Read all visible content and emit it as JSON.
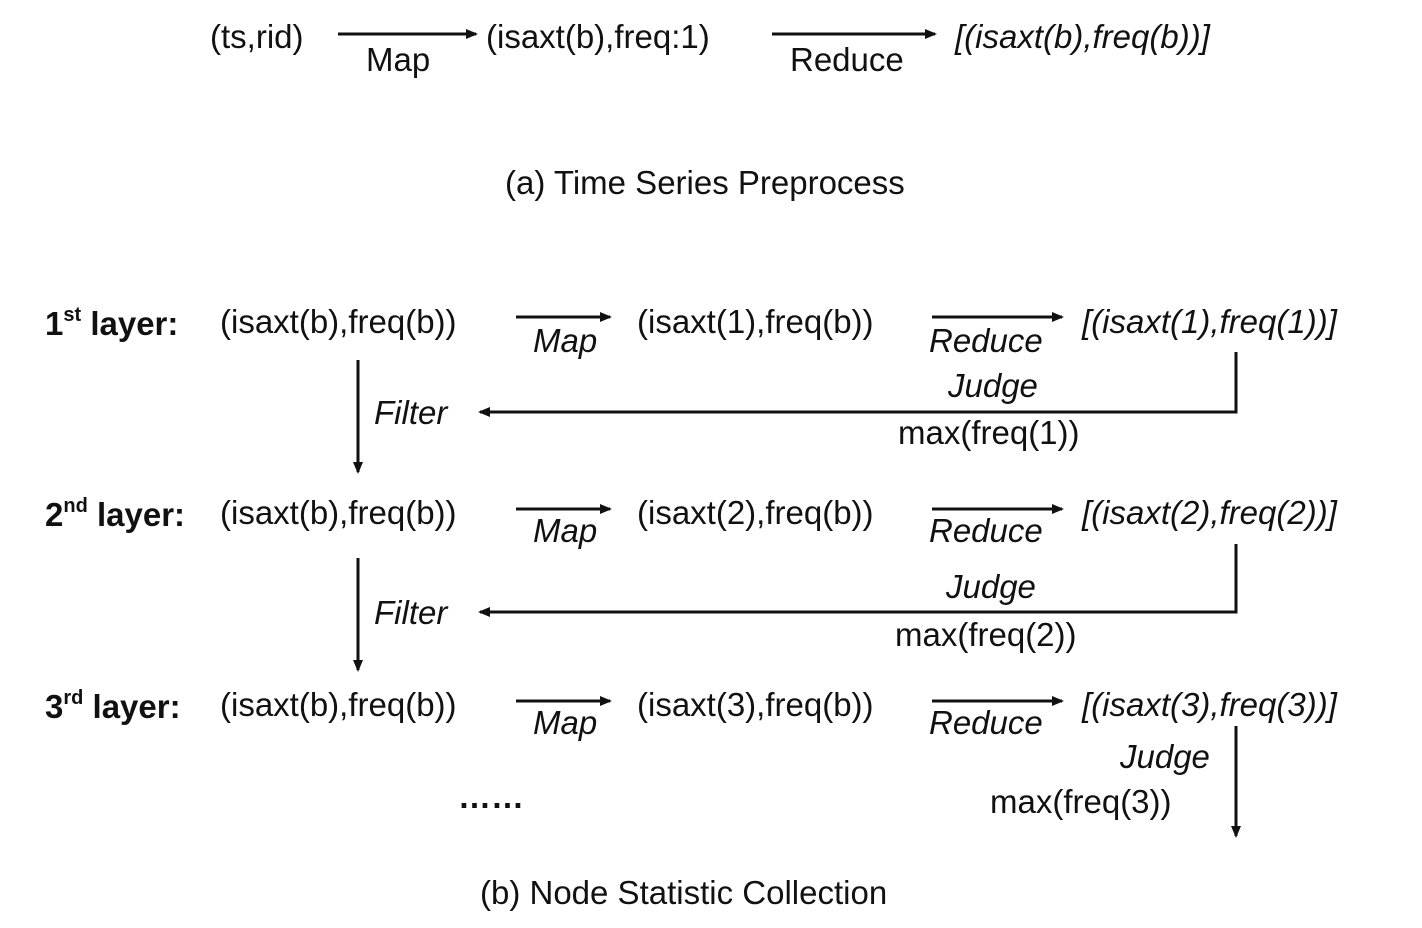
{
  "part_a": {
    "input": "(ts,rid)",
    "map_label": "Map",
    "map_output": "(isaxt(b),freq:1)",
    "reduce_label": "Reduce",
    "reduce_output": "[(isaxt(b),freq(b))]",
    "caption": "(a) Time Series Preprocess"
  },
  "part_b": {
    "layers": [
      {
        "ordinal_num": "1",
        "ordinal_suffix": "st",
        "layer_word": "layer:",
        "input": "(isaxt(b),freq(b))",
        "map_label": "Map",
        "map_output": "(isaxt(1),freq(b))",
        "reduce_label": "Reduce",
        "reduce_output": "[(isaxt(1),freq(1))]",
        "judge_label": "Judge",
        "judge_value": "max(freq(1))",
        "filter_label": "Filter"
      },
      {
        "ordinal_num": "2",
        "ordinal_suffix": "nd",
        "layer_word": "layer:",
        "input": "(isaxt(b),freq(b))",
        "map_label": "Map",
        "map_output": "(isaxt(2),freq(b))",
        "reduce_label": "Reduce",
        "reduce_output": "[(isaxt(2),freq(2))]",
        "judge_label": "Judge",
        "judge_value": "max(freq(2))",
        "filter_label": "Filter"
      },
      {
        "ordinal_num": "3",
        "ordinal_suffix": "rd",
        "layer_word": "layer:",
        "input": "(isaxt(b),freq(b))",
        "map_label": "Map",
        "map_output": "(isaxt(3),freq(b))",
        "reduce_label": "Reduce",
        "reduce_output": "[(isaxt(3),freq(3))]",
        "judge_label": "Judge",
        "judge_value": "max(freq(3))"
      }
    ],
    "ellipsis": "……",
    "caption": "(b) Node Statistic Collection"
  }
}
